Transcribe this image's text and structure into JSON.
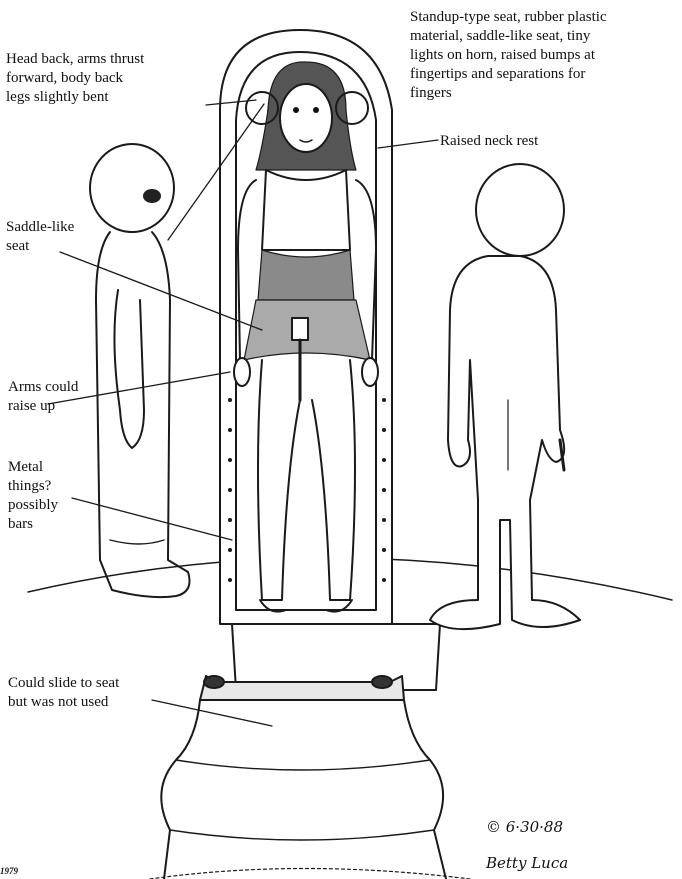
{
  "annotations": {
    "top_right": "Standup-type seat, rubber plastic\nmaterial, saddle-like seat, tiny\nlights on horn, raised bumps at\nfingertips and separations for\nfingers",
    "top_left": "Head back, arms thrust\nforward, body back\nlegs slightly bent",
    "neck_rest": "Raised neck rest",
    "saddle": "Saddle-like\nseat",
    "arms": "Arms could\nraise up",
    "metal": "Metal\nthings?\npossibly\nbars",
    "slide": "Could slide to seat\nbut was not used"
  },
  "signature": {
    "date": "© 6·30·88",
    "name": "Betty Luca"
  },
  "corner_mark": "1979"
}
